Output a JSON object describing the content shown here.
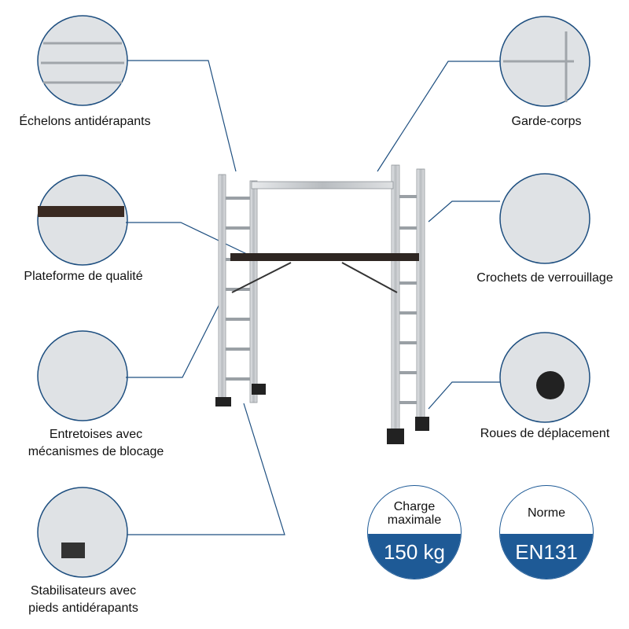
{
  "features_left": [
    {
      "label": "Échelons antidérapants"
    },
    {
      "label": "Plateforme de qualité"
    },
    {
      "label_line1": "Entretoises avec",
      "label_line2": "mécanismes de blocage"
    },
    {
      "label_line1": "Stabilisateurs avec",
      "label_line2": "pieds antidérapants"
    }
  ],
  "features_right": [
    {
      "label": "Garde-corps"
    },
    {
      "label": "Crochets de verrouillage"
    },
    {
      "label": "Roues de déplacement"
    }
  ],
  "badges": [
    {
      "title": "Charge maximale",
      "value": "150 kg"
    },
    {
      "title": "Norme",
      "value": "EN131"
    }
  ],
  "colors": {
    "accent": "#1e5a96",
    "line": "#1e4f80"
  }
}
